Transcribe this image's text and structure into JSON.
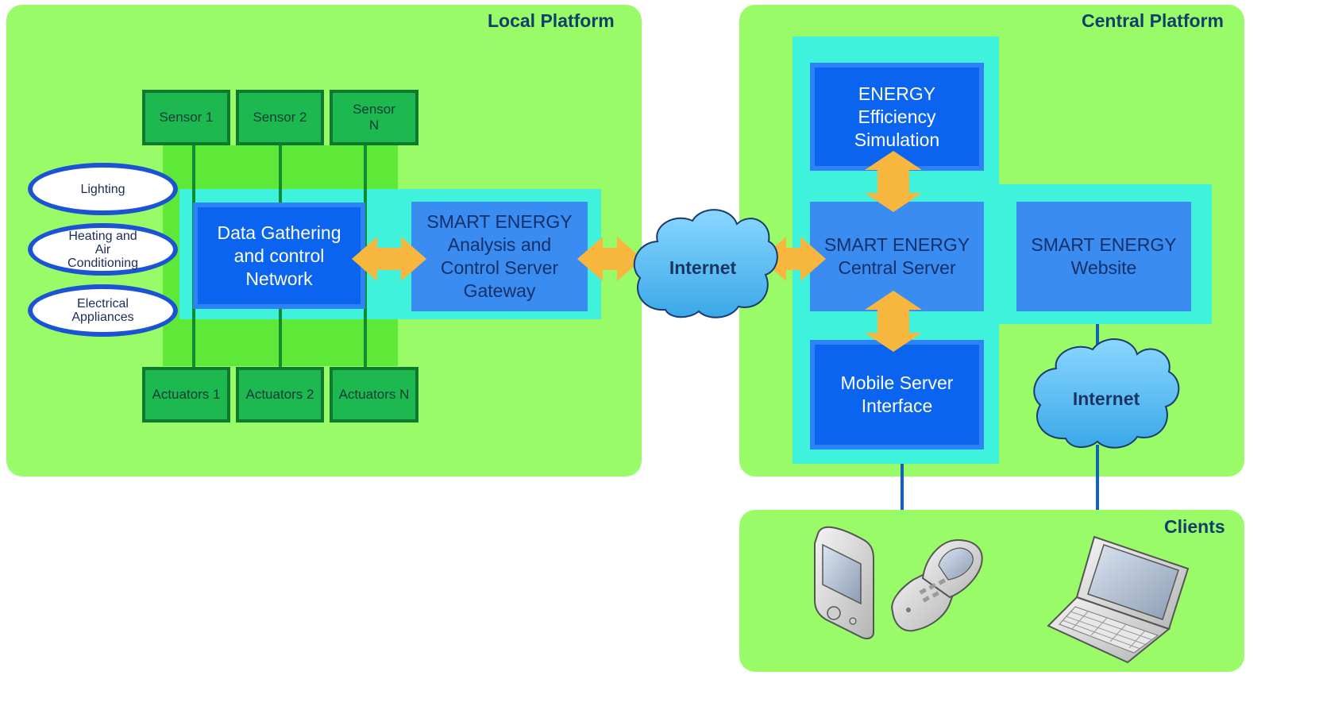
{
  "local_platform": {
    "title": "Local Platform",
    "sensors": [
      "Sensor 1",
      "Sensor 2",
      "Sensor\nN"
    ],
    "actuators": [
      "Actuators 1",
      "Actuators 2",
      "Actuators N"
    ],
    "appliances": [
      "Lighting",
      "Heating and\nAir\nConditioning",
      "Electrical\nAppliances"
    ],
    "data_gathering": "Data Gathering\nand control\nNetwork",
    "gateway": "SMART ENERGY\nAnalysis and\nControl Server\nGateway"
  },
  "internet_left": "Internet",
  "central_platform": {
    "title": "Central Platform",
    "simulation": "ENERGY\nEfficiency\nSimulation",
    "central_server": "SMART ENERGY\nCentral Server",
    "website": "SMART ENERGY\nWebsite",
    "mobile_interface": "Mobile Server\nInterface",
    "internet_right": "Internet"
  },
  "clients": {
    "title": "Clients",
    "devices": [
      "pda-icon",
      "flip-phone-icon",
      "laptop-icon"
    ]
  },
  "colors": {
    "platform": "#98fb67",
    "glow": "#3ef2dc",
    "dark_blue": "#0b64ef",
    "light_blue": "#3a8cf0",
    "green_box": "#1db84f",
    "arrow": "#f7b73e",
    "cloud": "#4cb8ef"
  }
}
